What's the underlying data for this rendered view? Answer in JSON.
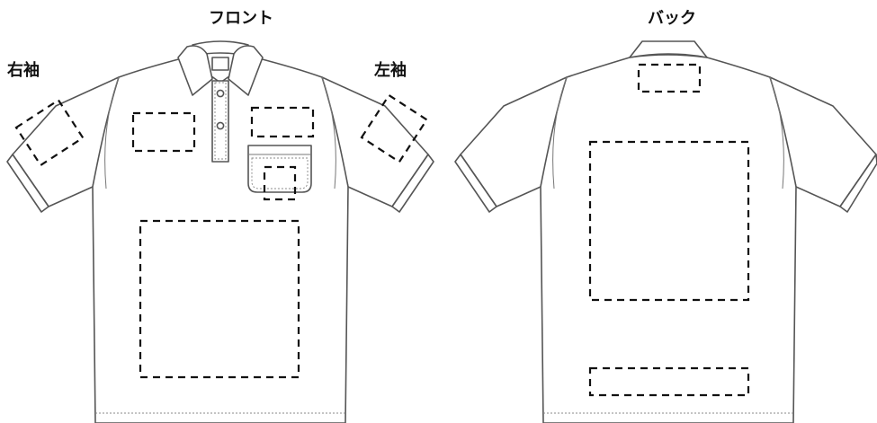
{
  "labels": {
    "front": "フロント",
    "back": "バック",
    "right_sleeve": "右袖",
    "left_sleeve": "左袖"
  },
  "colors": {
    "outline": "#555555",
    "zone": "#111111",
    "background": "#ffffff"
  }
}
